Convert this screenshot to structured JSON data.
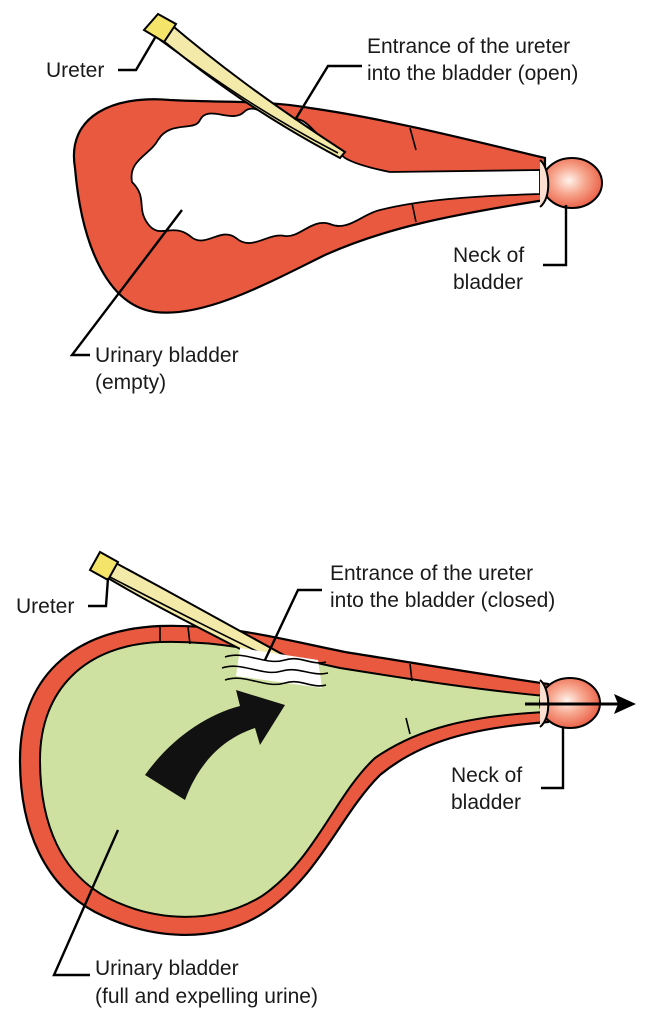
{
  "top_panel": {
    "ureter_label": "Ureter",
    "entrance_label_line1": "Entrance of the ureter",
    "entrance_label_line2": "into the bladder (open)",
    "neck_label_line1": "Neck of",
    "neck_label_line2": "bladder",
    "bladder_label_line1": "Urinary bladder",
    "bladder_label_line2": "(empty)"
  },
  "bottom_panel": {
    "ureter_label": "Ureter",
    "entrance_label_line1": "Entrance of the ureter",
    "entrance_label_line2": "into the bladder (closed)",
    "neck_label_line1": "Neck of",
    "neck_label_line2": "bladder",
    "bladder_label_line1": "Urinary bladder",
    "bladder_label_line2": "(full and expelling urine)"
  },
  "colors": {
    "bladder_wall": "#e8593f",
    "urine": "#cfe1a0",
    "ureter": "#f3eaa9",
    "ureter_tip": "#f4e46a",
    "neck_highlight": "#fbe0d2",
    "arrow": "#111111"
  },
  "icons": [
    "urine-flow-arrow-icon",
    "outflow-arrow-icon"
  ]
}
